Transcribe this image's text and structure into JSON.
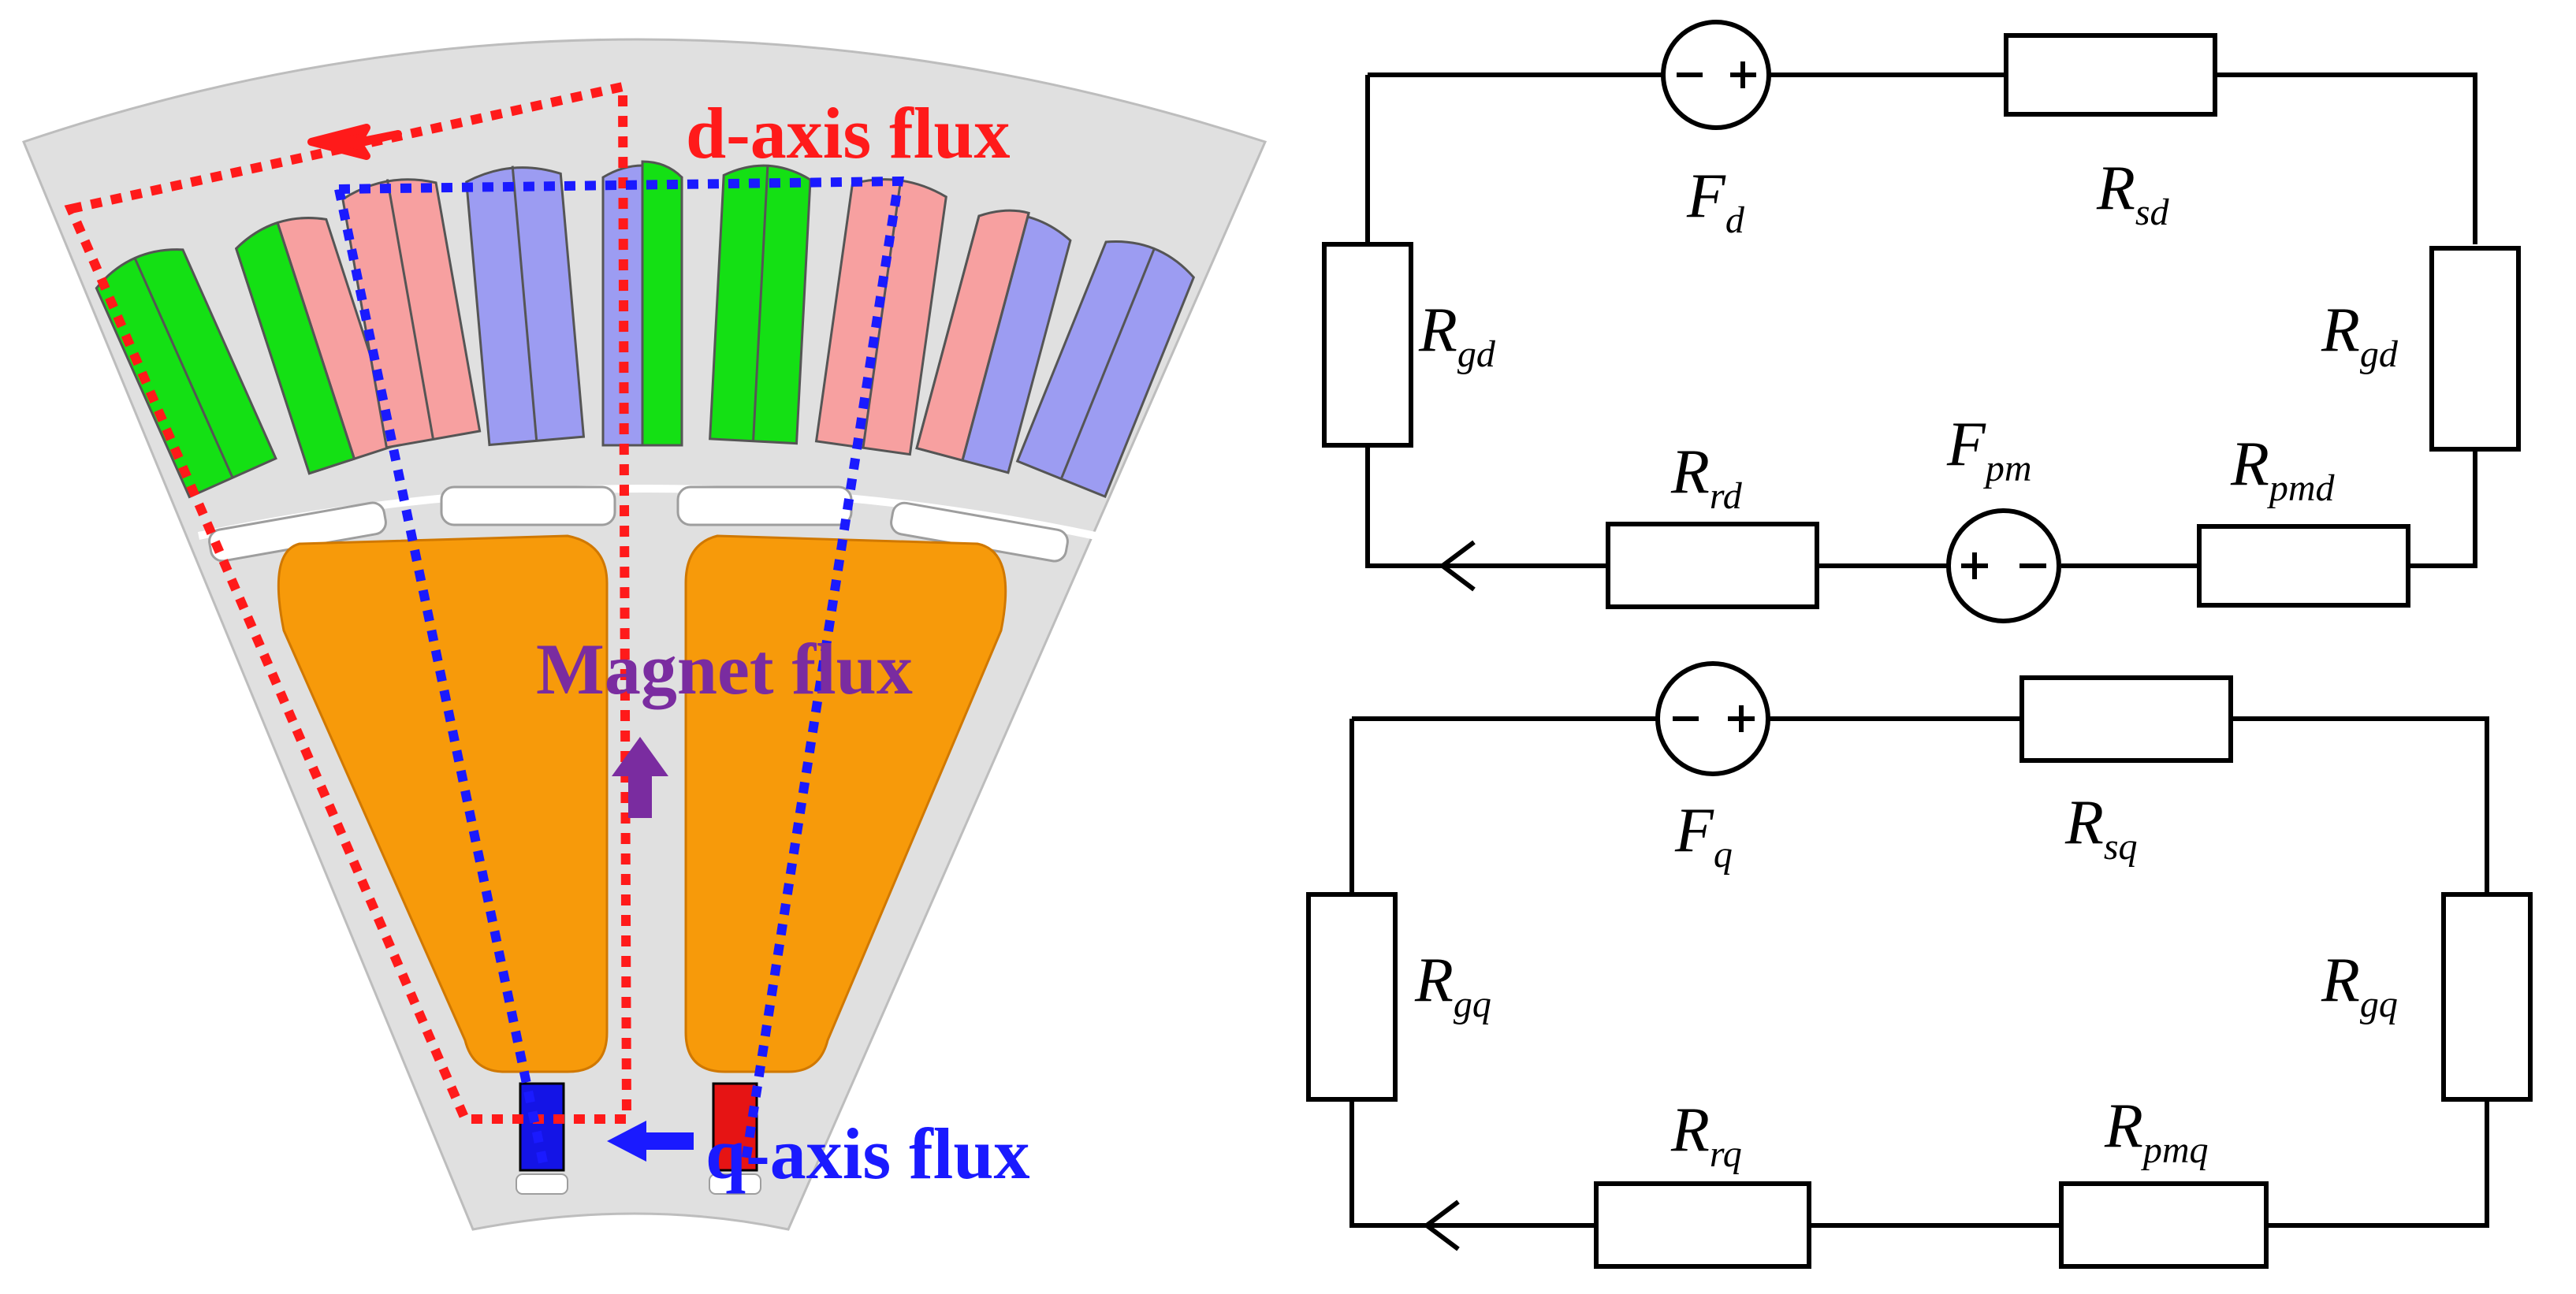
{
  "motor": {
    "d_axis_label": "d-axis flux",
    "magnet_label": "Magnet flux",
    "q_axis_label": "q-axis flux",
    "colors": {
      "stator": "#e0e0e0",
      "magnet": "#f79a0a",
      "coil_green": "#14e014",
      "coil_pink": "#f7a0a0",
      "coil_blue": "#9c9cf2",
      "d_flux": "#ff1a1a",
      "q_flux": "#1a1aff",
      "magnet_flux": "#7a2ca0"
    }
  },
  "circuit_d": {
    "source_top": {
      "sym": "F",
      "sub": "d"
    },
    "r_top": {
      "sym": "R",
      "sub": "sd"
    },
    "r_left": {
      "sym": "R",
      "sub": "gd"
    },
    "r_right": {
      "sym": "R",
      "sub": "gd"
    },
    "r_bottom_left": {
      "sym": "R",
      "sub": "rd"
    },
    "source_bottom": {
      "sym": "F",
      "sub": "pm"
    },
    "r_bottom_right": {
      "sym": "R",
      "sub": "pmd"
    }
  },
  "circuit_q": {
    "source_top": {
      "sym": "F",
      "sub": "q"
    },
    "r_top": {
      "sym": "R",
      "sub": "sq"
    },
    "r_left": {
      "sym": "R",
      "sub": "gq"
    },
    "r_right": {
      "sym": "R",
      "sub": "gq"
    },
    "r_bottom_left": {
      "sym": "R",
      "sub": "rq"
    },
    "r_bottom_right": {
      "sym": "R",
      "sub": "pmq"
    }
  }
}
